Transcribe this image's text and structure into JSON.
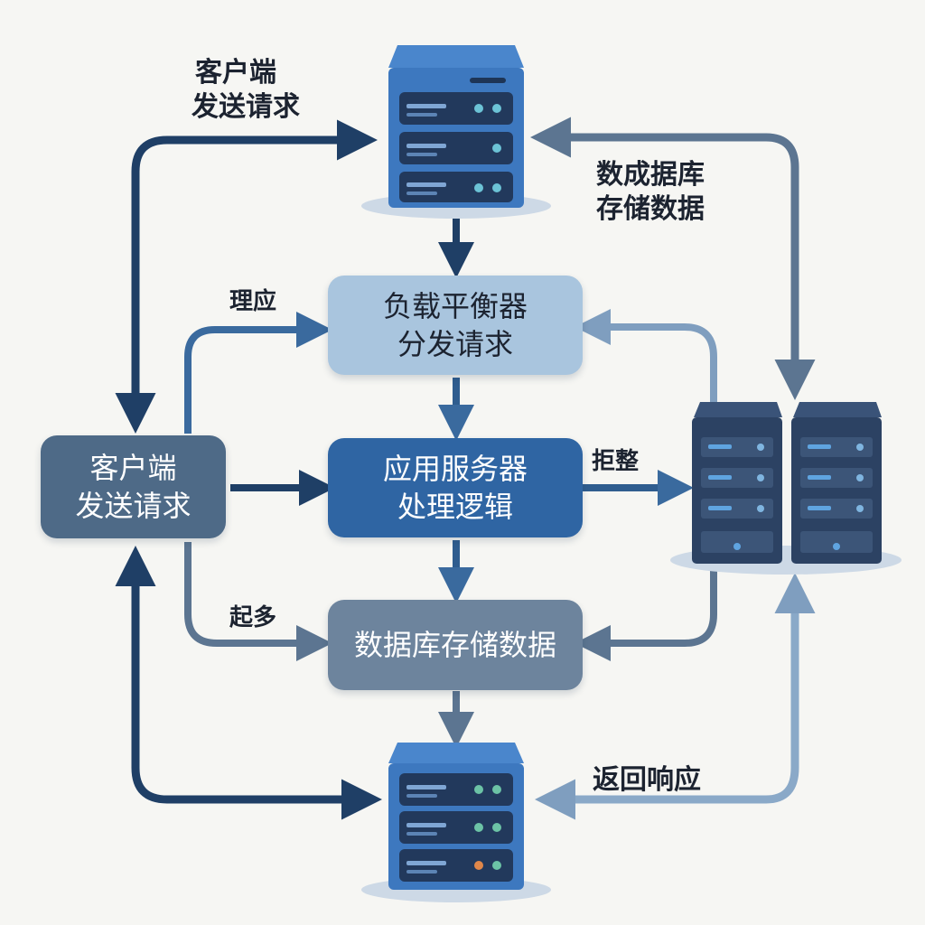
{
  "nodes": {
    "client": {
      "line1": "客户端",
      "line2": "发送请求"
    },
    "load_balancer": {
      "line1": "负载平衡器",
      "line2": "分发请求"
    },
    "app_server": {
      "line1": "应用服务器",
      "line2": "处理逻辑"
    },
    "database": {
      "line1": "数据库存储数据"
    }
  },
  "labels": {
    "top_left": {
      "line1": "客户端",
      "line2": "发送请求"
    },
    "top_right": {
      "line1": "数成据库",
      "line2": "存储数据"
    },
    "li_ying": "理应",
    "ju_zheng": "拒整",
    "qi_duo": "起多",
    "return_response": "返回响应"
  },
  "colors": {
    "dark_navy": "#1f3f66",
    "slate": "#5c7591",
    "light_steel": "#9fb9d3",
    "box_client": "#4e6a87",
    "box_lb": "#a9c5de",
    "box_app": "#2f65a3",
    "box_db": "#6d849d",
    "server_blue": "#3d78bf",
    "rack_dark": "#2c4263"
  },
  "icons": [
    "server-icon-top",
    "server-rack-icon-right",
    "server-icon-bottom"
  ]
}
